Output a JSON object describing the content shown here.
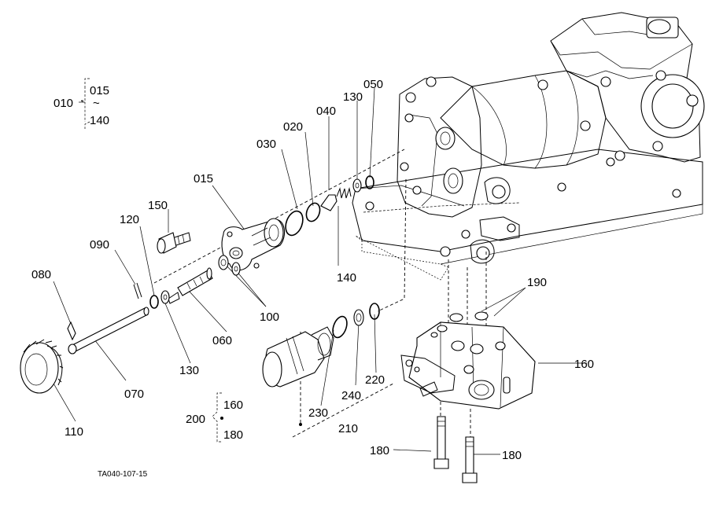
{
  "labels": {
    "l010": "010",
    "l015_top": "015",
    "tilde": "~",
    "l140_top": "140",
    "l015": "015",
    "l020": "020",
    "l030": "030",
    "l040": "040",
    "l130_top": "130",
    "l050": "050",
    "l150": "150",
    "l120": "120",
    "l090": "090",
    "l080": "080",
    "l140": "140",
    "l100": "100",
    "l060": "060",
    "l130": "130",
    "l070": "070",
    "l110": "110",
    "l190": "190",
    "l160": "160",
    "l220": "220",
    "l240": "240",
    "l230": "230",
    "l210": "210",
    "l200": "200",
    "l160_grp": "160",
    "l180_grp": "180",
    "l180_a": "180",
    "l180_b": "180"
  },
  "figure_code": "TA040-107-15"
}
